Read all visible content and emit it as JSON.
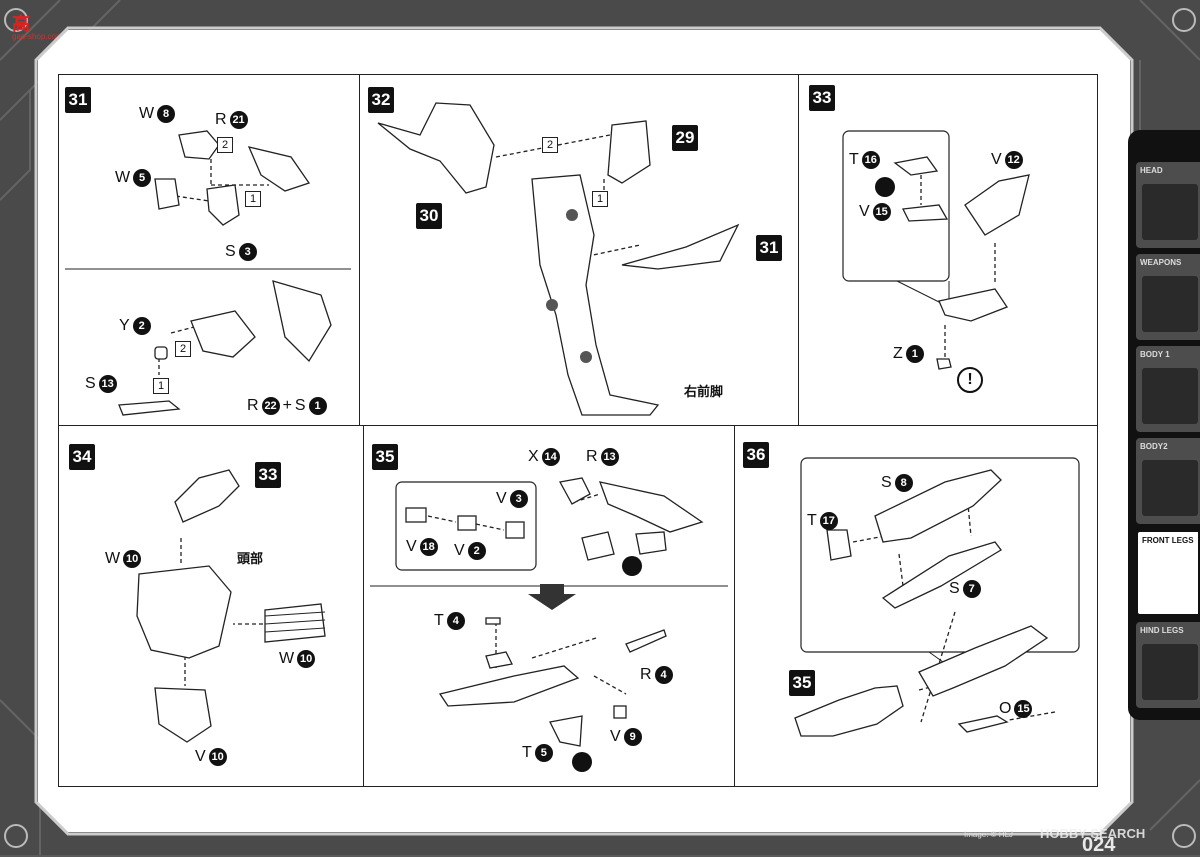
{
  "watermark": {
    "logo_text": "高",
    "logo_sub": "gao-shop.com",
    "footer": "HOBBY SEARCH",
    "footer_sub": "Image: © HLJ"
  },
  "page_number": "024",
  "sidebar": {
    "tabs": [
      {
        "label": "HEAD",
        "icon": "head-part-icon",
        "active": false
      },
      {
        "label": "WEAPONS",
        "icon": "weapons-part-icon",
        "active": false
      },
      {
        "label": "BODY 1",
        "icon": "body1-part-icon",
        "active": false
      },
      {
        "label": "BODY2",
        "icon": "body2-part-icon",
        "active": false
      },
      {
        "label": "FRONT LEGS",
        "icon": "front-legs-part-icon",
        "active": true
      },
      {
        "label": "HIND LEGS",
        "icon": "hind-legs-part-icon",
        "active": false
      }
    ]
  },
  "steps": {
    "s31": {
      "number": "31",
      "labels": {
        "w8": {
          "letter": "W",
          "n": "8"
        },
        "r21": {
          "letter": "R",
          "n": "21"
        },
        "w5": {
          "letter": "W",
          "n": "5"
        },
        "s3": {
          "letter": "S",
          "n": "3"
        },
        "y2": {
          "letter": "Y",
          "n": "2"
        },
        "s13": {
          "letter": "S",
          "n": "13"
        },
        "r22": {
          "letter": "R",
          "n": "22"
        },
        "plus": "+",
        "s1": {
          "letter": "S",
          "n": "1"
        }
      },
      "order": {
        "a": "2",
        "b": "1",
        "c": "2",
        "d": "1"
      }
    },
    "s32": {
      "number": "32",
      "ref_29": "29",
      "ref_30": "30",
      "ref_31": "31",
      "order_a": "2",
      "order_b": "1",
      "caption": "右前脚"
    },
    "s33": {
      "number": "33",
      "labels": {
        "t16": {
          "letter": "T",
          "n": "16"
        },
        "v15": {
          "letter": "V",
          "n": "15"
        },
        "v12": {
          "letter": "V",
          "n": "12"
        },
        "z1": {
          "letter": "Z",
          "n": "1"
        }
      },
      "caution": "!"
    },
    "s34": {
      "number": "34",
      "ref_33": "33",
      "caption": "頭部",
      "labels": {
        "w10a": {
          "letter": "W",
          "n": "10"
        },
        "w10b": {
          "letter": "W",
          "n": "10"
        },
        "v10": {
          "letter": "V",
          "n": "10"
        }
      }
    },
    "s35": {
      "number": "35",
      "labels": {
        "x14": {
          "letter": "X",
          "n": "14"
        },
        "r13": {
          "letter": "R",
          "n": "13"
        },
        "v3": {
          "letter": "V",
          "n": "3"
        },
        "v18": {
          "letter": "V",
          "n": "18"
        },
        "v2": {
          "letter": "V",
          "n": "2"
        },
        "t4": {
          "letter": "T",
          "n": "4"
        },
        "r4": {
          "letter": "R",
          "n": "4"
        },
        "t5": {
          "letter": "T",
          "n": "5"
        },
        "v9": {
          "letter": "V",
          "n": "9"
        }
      }
    },
    "s36": {
      "number": "36",
      "ref_35": "35",
      "labels": {
        "s8": {
          "letter": "S",
          "n": "8"
        },
        "t17": {
          "letter": "T",
          "n": "17"
        },
        "s7": {
          "letter": "S",
          "n": "7"
        },
        "o15": {
          "letter": "O",
          "n": "15"
        }
      }
    }
  }
}
